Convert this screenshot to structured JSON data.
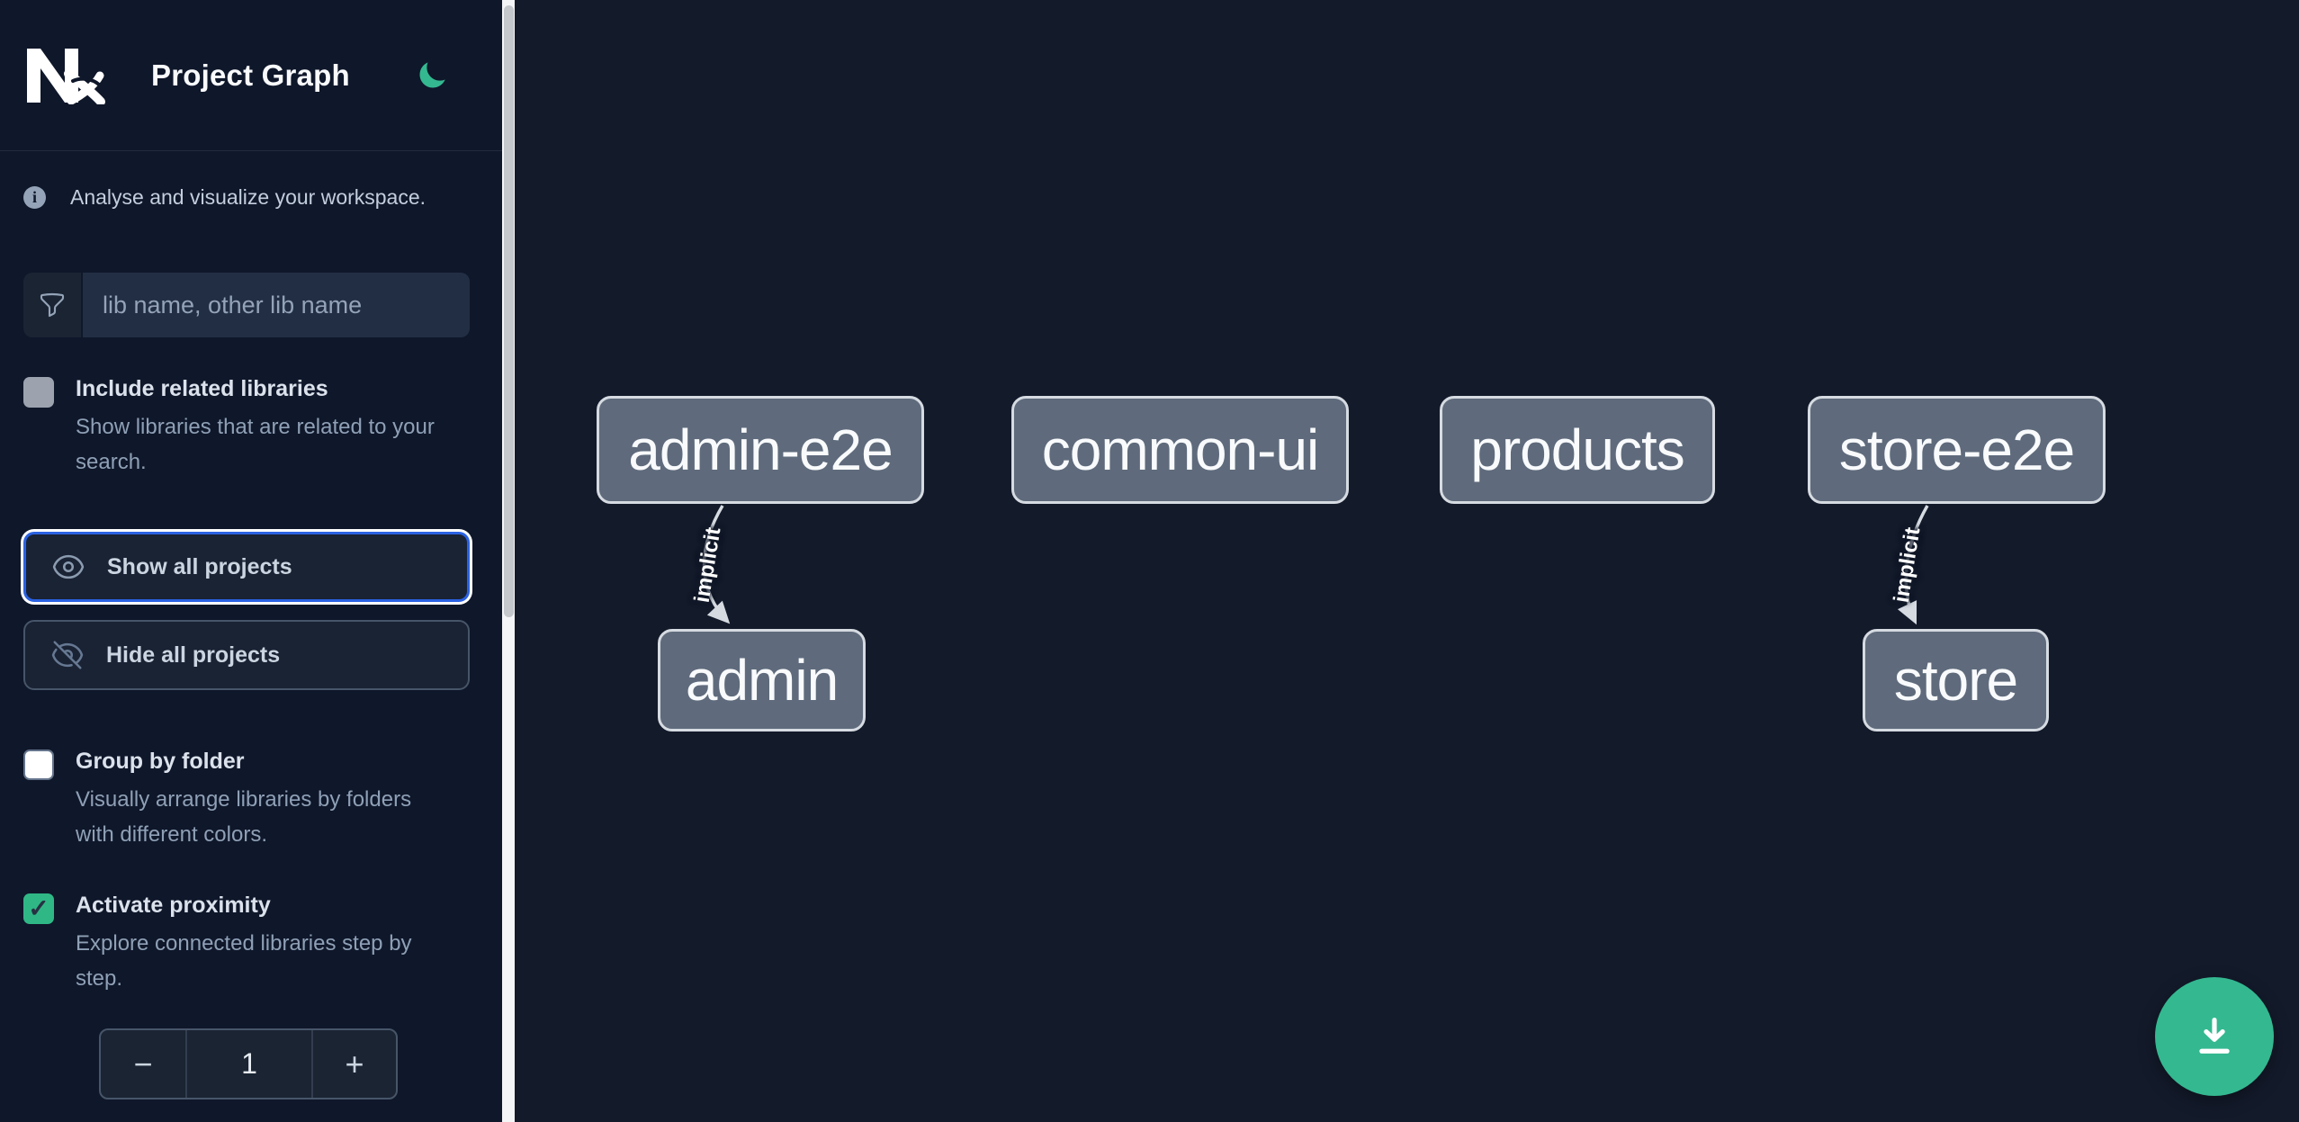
{
  "app": {
    "logo": "Nx",
    "title": "Project Graph"
  },
  "theme": {
    "accent_green": "#34b890",
    "focus_blue": "#2b62e3",
    "sidebar_bg": "#0f172a",
    "canvas_bg": "#131a2a",
    "node_fill": "#5f6b7c",
    "node_border": "#d6dbe2",
    "edge_color": "#d6dbe2"
  },
  "info": {
    "text": "Analyse and visualize your workspace."
  },
  "search": {
    "placeholder": "lib name, other lib name"
  },
  "controls": {
    "include_related": {
      "label": "Include related libraries",
      "description": "Show libraries that are related to your search.",
      "checked": false
    },
    "show_all": {
      "label": "Show all projects"
    },
    "hide_all": {
      "label": "Hide all projects"
    },
    "group_by_folder": {
      "label": "Group by folder",
      "description": "Visually arrange libraries by folders with different colors.",
      "checked": false
    },
    "activate_proximity": {
      "label": "Activate proximity",
      "description": "Explore connected libraries step by step.",
      "checked": true
    },
    "proximity_stepper": {
      "decrement_label": "−",
      "value": "1",
      "increment_label": "+"
    }
  },
  "graph": {
    "nodes": [
      {
        "label": "admin-e2e"
      },
      {
        "label": "common-ui"
      },
      {
        "label": "products"
      },
      {
        "label": "store-e2e"
      },
      {
        "label": "admin"
      },
      {
        "label": "store"
      }
    ],
    "edges": [
      {
        "from": "admin-e2e",
        "to": "admin",
        "label": "implicit"
      },
      {
        "from": "store-e2e",
        "to": "store",
        "label": "implicit"
      }
    ]
  },
  "fab": {
    "action": "download"
  }
}
